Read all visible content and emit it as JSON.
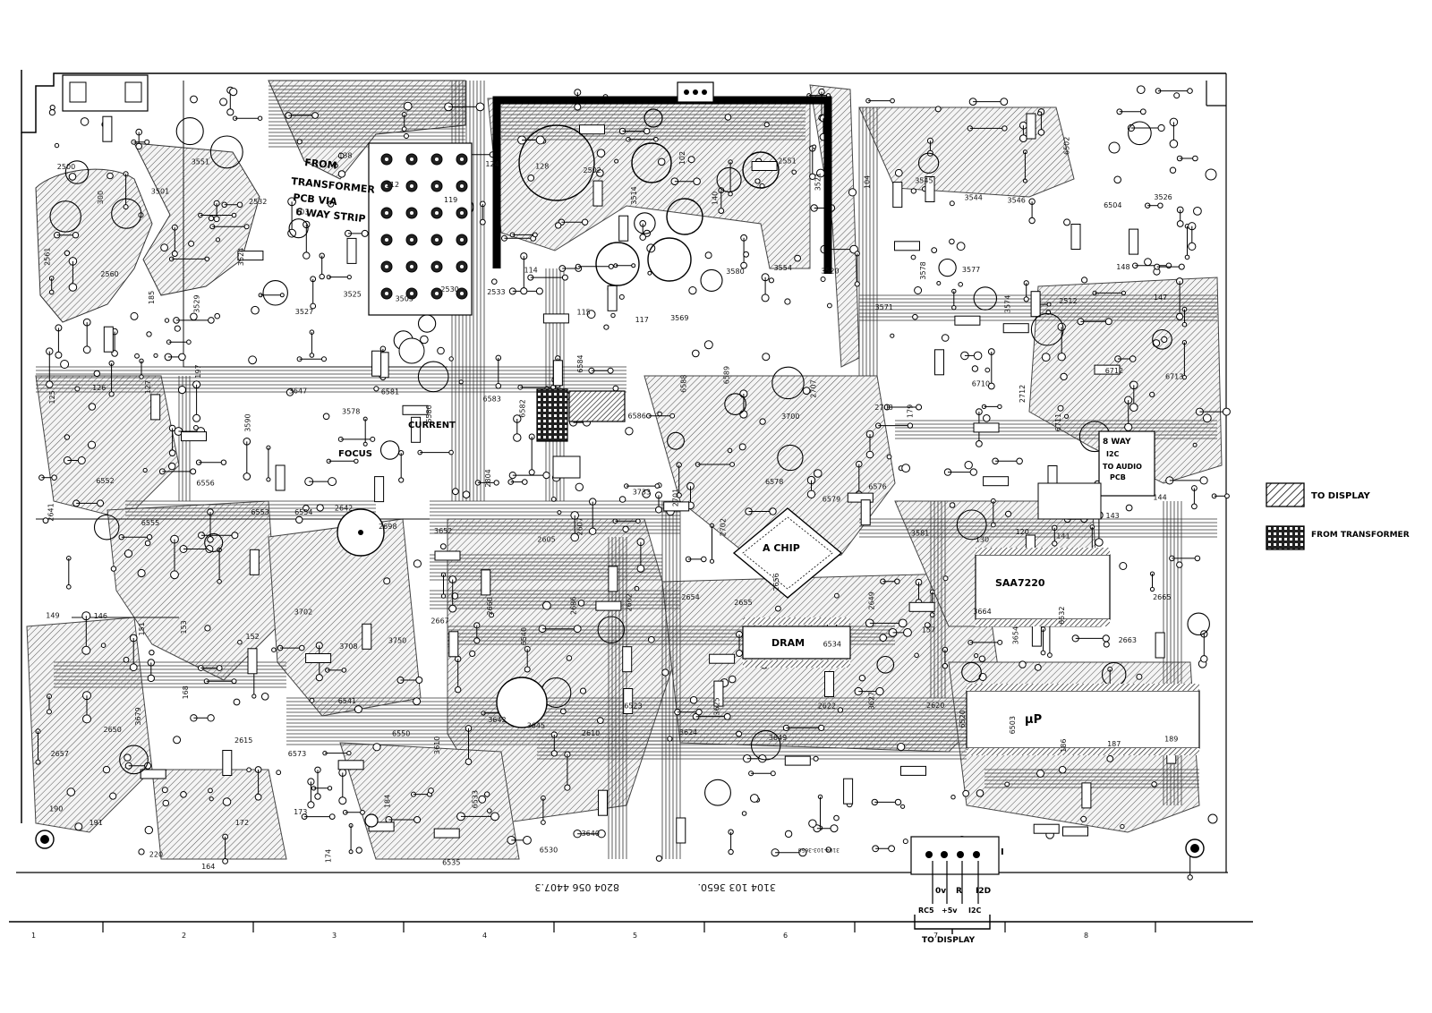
{
  "board": {
    "part_number": "3104 103 3650.",
    "serial_code": "8204 056 4407.3",
    "stamp_small": "3104-103-3650"
  },
  "annotations": {
    "from_transformer_note": [
      "FROM",
      "TRANSFORMER",
      "PCB VIA",
      "6 WAY STRIP"
    ],
    "focus": "FOCUS",
    "current": "CURRENT",
    "a_chip": "A CHIP",
    "dram": "DRAM",
    "saa7220": "SAA7220",
    "up": "µP",
    "eight_way": [
      "8 WAY",
      "I2C",
      "TO AUDIO",
      "PCB"
    ],
    "connector_top": [
      "0v",
      "R",
      "I2D"
    ],
    "connector_bottom": [
      "RC5",
      "+5v",
      "I2C"
    ],
    "to_display_bottom": "TO DISPLAY",
    "block_label_1": "I"
  },
  "legend": {
    "to_display": "TO DISPLAY",
    "from_transformer": "FROM TRANSFORMER"
  },
  "ruler": [
    "1",
    "2",
    "3",
    "4",
    "5",
    "6",
    "7",
    "8"
  ],
  "component_labels": [
    "2500",
    "300",
    "3501",
    "3551",
    "2532",
    "103",
    "138",
    "112",
    "119",
    "124",
    "128",
    "2502",
    "3514",
    "102",
    "140",
    "2551",
    "3521",
    "104",
    "3545",
    "3544",
    "3546",
    "6502",
    "6504",
    "3526",
    "2561",
    "2560",
    "185",
    "3529",
    "3524",
    "3527",
    "3525",
    "3503",
    "2530",
    "2533",
    "114",
    "115",
    "117",
    "3569",
    "3580",
    "3554",
    "3520",
    "3571",
    "3578",
    "3577",
    "3574",
    "2512",
    "148",
    "147",
    "125",
    "126",
    "127",
    "197",
    "3590",
    "3647",
    "3578",
    "6581",
    "6580",
    "6583",
    "6582",
    "6584",
    "6586",
    "6588",
    "6589",
    "3700",
    "2707",
    "2708",
    "179",
    "6710",
    "2712",
    "6711",
    "6712",
    "6713",
    "2641",
    "6552",
    "6555",
    "6556",
    "6553",
    "6554",
    "2642",
    "2698",
    "3652",
    "2804",
    "2605",
    "2607",
    "3733",
    "2701",
    "2702",
    "6578",
    "6579",
    "6576",
    "3581",
    "130",
    "120",
    "141",
    "143",
    "144",
    "149",
    "146",
    "151",
    "153",
    "152",
    "3702",
    "3708",
    "3750",
    "2667",
    "2660",
    "6540",
    "2686",
    "2662",
    "2654",
    "2655",
    "2656",
    "6534",
    "2649",
    "157",
    "3664",
    "3654",
    "6532",
    "2663",
    "2665",
    "2657",
    "2650",
    "3679",
    "168",
    "2615",
    "6573",
    "6541",
    "6550",
    "3610",
    "3642",
    "3645",
    "2610",
    "6523",
    "3624",
    "3625",
    "3649",
    "2622",
    "3627",
    "2620",
    "6520",
    "6503",
    "186",
    "187",
    "189",
    "190",
    "191",
    "220",
    "164",
    "172",
    "173",
    "174",
    "184",
    "6535",
    "6533",
    "6530",
    "3640"
  ]
}
